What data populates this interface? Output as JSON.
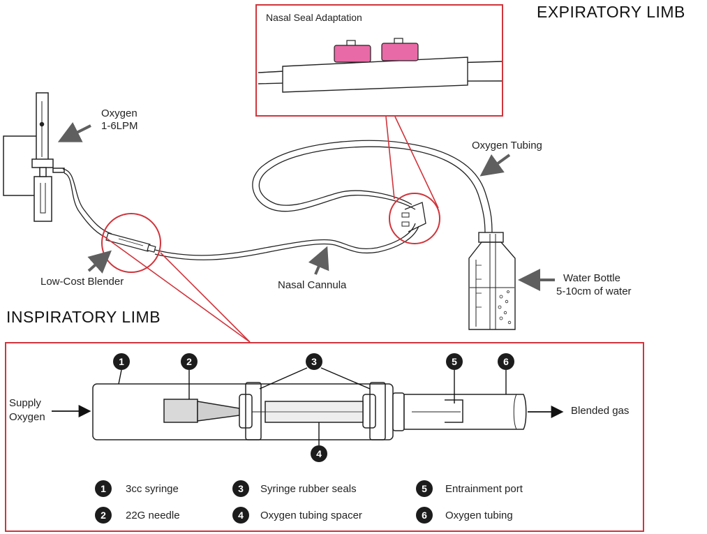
{
  "titles": {
    "expiratory": "EXPIRATORY LIMB",
    "inspiratory": "INSPIRATORY LIMB"
  },
  "overview_labels": {
    "nasal_seal": "Nasal Seal Adaptation",
    "oxygen_line1": "Oxygen",
    "oxygen_line2": "1-6LPM",
    "oxygen_tubing": "Oxygen Tubing",
    "blender": "Low-Cost Blender",
    "cannula": "Nasal Cannula",
    "water_line1": "Water Bottle",
    "water_line2": "5-10cm of water"
  },
  "blender_detail": {
    "supply_line1": "Supply",
    "supply_line2": "Oxygen",
    "output": "Blended gas",
    "markers": [
      "1",
      "2",
      "3",
      "4",
      "5",
      "6"
    ]
  },
  "legend": [
    {
      "num": "1",
      "text": "3cc syringe"
    },
    {
      "num": "2",
      "text": "22G needle"
    },
    {
      "num": "3",
      "text": "Syringe rubber seals"
    },
    {
      "num": "4",
      "text": "Oxygen tubing spacer"
    },
    {
      "num": "5",
      "text": "Entrainment port"
    },
    {
      "num": "6",
      "text": "Oxygen tubing"
    }
  ],
  "colors": {
    "inset_border": "#d0343b",
    "seal_pink": "#e86aa6",
    "arrow_gray": "#5f5f5f",
    "badge": "#1c1c1c"
  }
}
